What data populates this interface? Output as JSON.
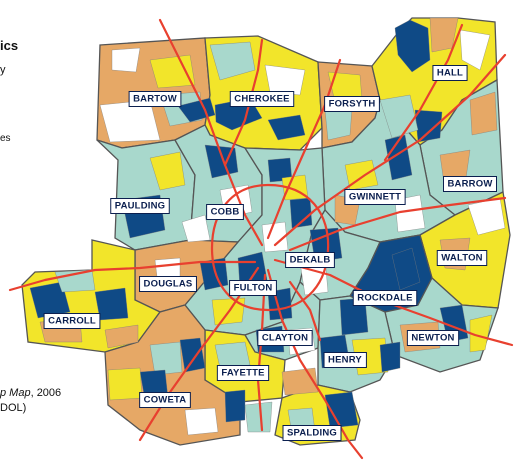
{
  "side_text": {
    "title_fragment": "ics",
    "line2_fragment": "y",
    "line3_fragment": "es",
    "source_line1_italic": "p Map",
    "source_line1_rest": ", 2006",
    "source_line2": "DOL)"
  },
  "colors": {
    "navy": "#0f4a86",
    "teal": "#a8d8cc",
    "tan": "#e6a866",
    "yellow": "#f2e52a",
    "white": "#ffffff",
    "road": "#e8402f",
    "label_text": "#0b1f4f"
  },
  "counties": [
    {
      "key": "bartow",
      "name": "BARTOW",
      "fill": "tan"
    },
    {
      "key": "cherokee",
      "name": "CHEROKEE",
      "fill": "yellow"
    },
    {
      "key": "forsyth",
      "name": "FORSYTH",
      "fill": "tan"
    },
    {
      "key": "hall",
      "name": "HALL",
      "fill": "yellow"
    },
    {
      "key": "barrow",
      "name": "BARROW",
      "fill": "teal"
    },
    {
      "key": "gwinnett",
      "name": "GWINNETT",
      "fill": "teal"
    },
    {
      "key": "walton",
      "name": "WALTON",
      "fill": "yellow"
    },
    {
      "key": "paulding",
      "name": "PAULDING",
      "fill": "teal"
    },
    {
      "key": "cobb",
      "name": "COBB",
      "fill": "teal"
    },
    {
      "key": "dekalb",
      "name": "DEKALB",
      "fill": "teal"
    },
    {
      "key": "douglas",
      "name": "DOUGLAS",
      "fill": "tan"
    },
    {
      "key": "fulton",
      "name": "FULTON",
      "fill": "teal"
    },
    {
      "key": "rockdale",
      "name": "ROCKDALE",
      "fill": "navy"
    },
    {
      "key": "carroll",
      "name": "CARROLL",
      "fill": "yellow"
    },
    {
      "key": "clayton",
      "name": "CLAYTON",
      "fill": "teal"
    },
    {
      "key": "newton",
      "name": "NEWTON",
      "fill": "teal"
    },
    {
      "key": "henry",
      "name": "HENRY",
      "fill": "teal"
    },
    {
      "key": "fayette",
      "name": "FAYETTE",
      "fill": "yellow"
    },
    {
      "key": "coweta",
      "name": "COWETA",
      "fill": "tan"
    },
    {
      "key": "spalding",
      "name": "SPALDING",
      "fill": "yellow"
    }
  ]
}
